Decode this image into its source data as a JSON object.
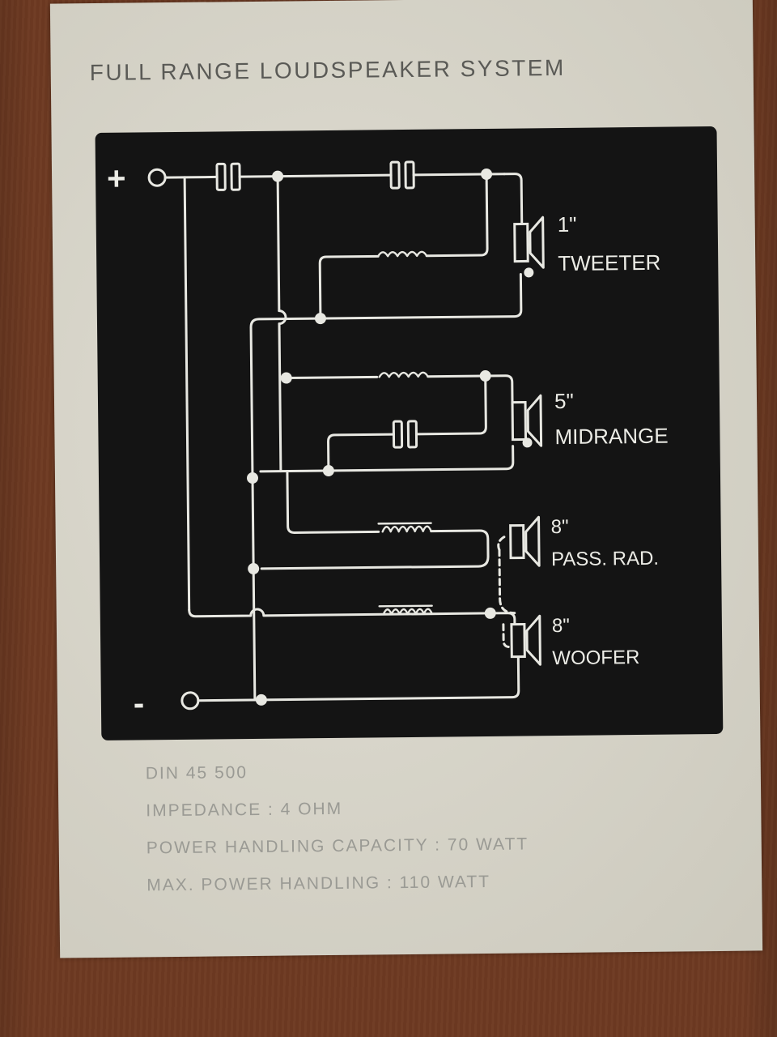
{
  "label": {
    "title": "FULL RANGE LOUDSPEAKER SYSTEM",
    "terminals": {
      "positive": "+",
      "negative": "-"
    },
    "drivers": [
      {
        "size": "1\"",
        "name": "TWEETER"
      },
      {
        "size": "5\"",
        "name": "MIDRANGE"
      },
      {
        "size": "8\"",
        "name": "PASS. RAD."
      },
      {
        "size": "8\"",
        "name": "WOOFER"
      }
    ],
    "specs": [
      "DIN 45 500",
      "IMPEDANCE : 4 OHM",
      "POWER HANDLING CAPACITY : 70 WATT",
      "MAX. POWER HANDLING : 110 WATT"
    ],
    "colors": {
      "panel": "#141414",
      "card": "#d9d6c9",
      "wood": "#6e3a22",
      "line": "#e8e8e2"
    }
  }
}
